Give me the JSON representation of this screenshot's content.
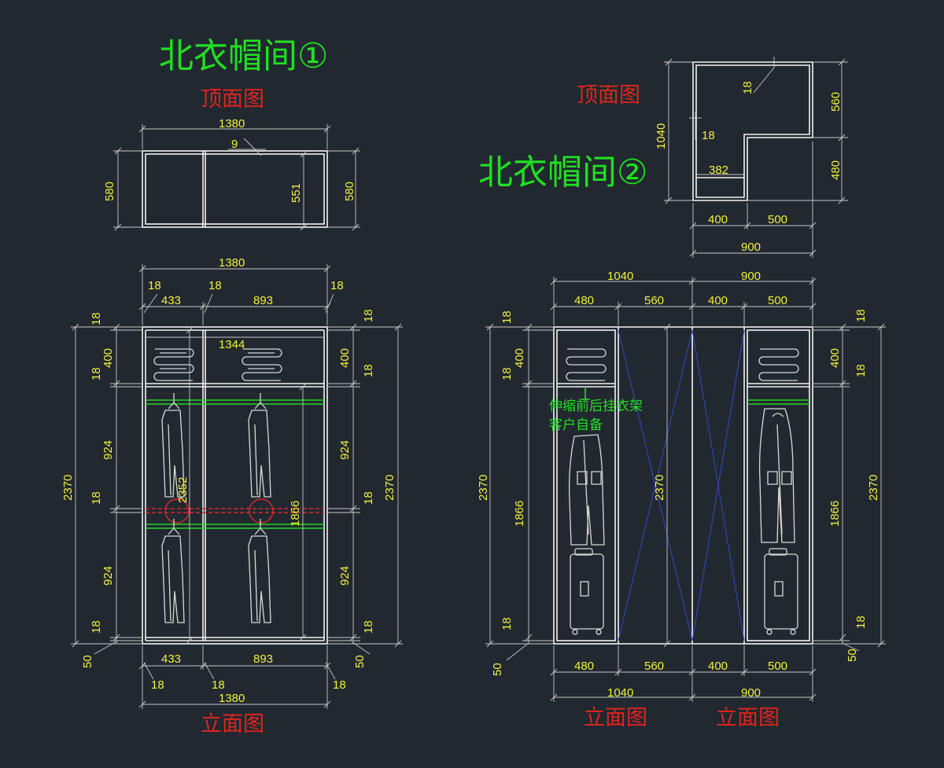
{
  "titles": {
    "cloakroom_1": "北衣帽间①",
    "cloakroom_2": "北衣帽间②",
    "top_view_1": "顶面图",
    "top_view_2": "顶面图",
    "elevation_1": "立面图",
    "elevation_2a": "立面图",
    "elevation_2b": "立面图"
  },
  "note": {
    "line1": "伸缩前后挂衣架",
    "line2": "客户自备"
  },
  "colors": {
    "background": "#212830",
    "title_green": "#20e020",
    "title_red": "#e0241c",
    "dimension_yellow": "#f2f23a",
    "cabinet_white": "#f4f4f4",
    "rail_green": "#26d626",
    "rail_red": "#e02828",
    "brace_blue": "#3545b8"
  },
  "top1": {
    "width": "1380",
    "gap": "9",
    "depth_left": "580",
    "depth_inner": "551",
    "depth_right": "580"
  },
  "top2": {
    "overall_depth": "1040",
    "panel_upper": "18",
    "panel_left": "18",
    "opening": "382",
    "right_upper": "560",
    "right_lower": "480",
    "width_a": "400",
    "width_b": "500",
    "width_total": "900"
  },
  "elev1": {
    "width_top": "1380",
    "panel_left_top": "18",
    "panel_mid_top": "18",
    "panel_right_top": "18",
    "bay_left_top": "433",
    "bay_right_top": "893",
    "inner_width": "1344",
    "left_dims": [
      "18",
      "400",
      "18",
      "924",
      "18",
      "924",
      "18"
    ],
    "right_dims": [
      "18",
      "400",
      "18",
      "924",
      "18",
      "924",
      "18"
    ],
    "overall_left": "2370",
    "overall_right": "2370",
    "base_left": "50",
    "base_right": "50",
    "inner_height_a": "2352",
    "inner_height_b": "1866",
    "bay_left_bottom": "433",
    "bay_right_bottom": "893",
    "panel_left_bottom": "18",
    "panel_mid_bottom": "18",
    "panel_right_bottom": "18",
    "width_bottom": "1380"
  },
  "elev2": {
    "width_left_top": "1040",
    "width_right_top": "900",
    "seg_top": [
      "480",
      "560",
      "400",
      "500"
    ],
    "left_dims": [
      "18",
      "400",
      "18",
      "1866",
      "18"
    ],
    "right_dims": [
      "18",
      "400",
      "18",
      "1866",
      "18"
    ],
    "overall_left": "2370",
    "overall_right": "2370",
    "overall_mid": "2370",
    "base_left": "50",
    "base_right": "50",
    "seg_bottom": [
      "480",
      "560",
      "400",
      "500"
    ],
    "width_left_bottom": "1040",
    "width_right_bottom": "900"
  }
}
